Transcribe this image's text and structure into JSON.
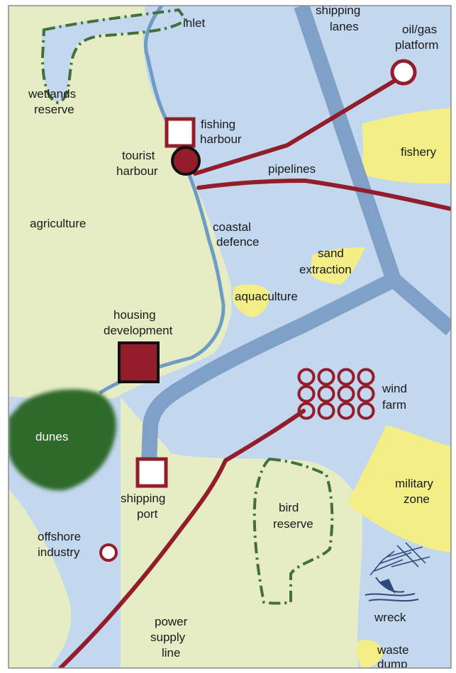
{
  "colors": {
    "sea": "#c3d7ef",
    "land": "#e6edc4",
    "zone_yellow": "#f3ee86",
    "shipping_lane": "#7fa1c8",
    "pipeline": "#931d2a",
    "river": "#6f9cc4",
    "reserve_border": "#41703c",
    "dunes": "#2f6a2c",
    "frame": "#8a8a8a"
  },
  "labels": {
    "inlet": "inlet",
    "wetlands": [
      "wetlands",
      "reserve"
    ],
    "shipping_lanes": [
      "shipping",
      "lanes"
    ],
    "oil_gas": [
      "oil/gas",
      "platform"
    ],
    "fishing_harbour": [
      "fishing",
      "harbour"
    ],
    "tourist_harbour": [
      "tourist",
      "harbour"
    ],
    "fishery": "fishery",
    "pipelines": "pipelines",
    "agriculture": "agriculture",
    "coastal_defence": [
      "coastal",
      "defence"
    ],
    "sand_extraction": [
      "sand",
      "extraction"
    ],
    "aquaculture": "aquaculture",
    "housing": [
      "housing",
      "development"
    ],
    "wind_farm": [
      "wind",
      "farm"
    ],
    "dunes": "dunes",
    "shipping_port": [
      "shipping",
      "port"
    ],
    "military": [
      "military",
      "zone"
    ],
    "bird_reserve": [
      "bird",
      "reserve"
    ],
    "offshore": [
      "offshore",
      "industry"
    ],
    "wreck": "wreck",
    "power": [
      "power",
      "supply",
      "line"
    ],
    "waste": [
      "waste",
      "dump"
    ]
  },
  "icons": {
    "fishing_harbour": "square-marker",
    "tourist_harbour": "circle-marker",
    "housing": "filled-square-marker",
    "shipping_port": "square-marker",
    "oil_gas": "ring-marker",
    "offshore": "ring-marker",
    "wind_farm": "ring-grid",
    "wreck": "shipwreck-icon"
  }
}
